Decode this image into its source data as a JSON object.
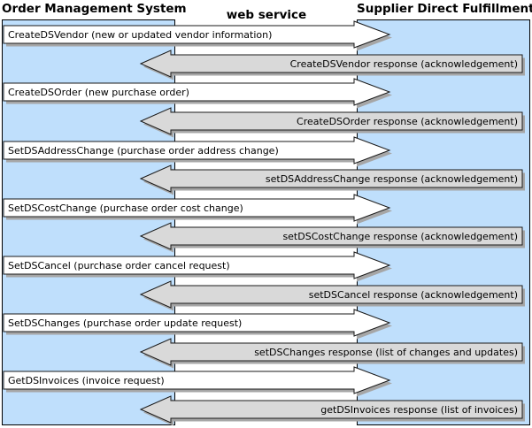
{
  "header": {
    "left": "Order Management System",
    "center": "web service",
    "right": "Supplier Direct Fulfillment"
  },
  "colors": {
    "column_fill": "#bfdffc",
    "request_fill": "#ffffff",
    "response_fill": "#d9d9d9",
    "outline": "#1a1a1a",
    "shadow": "#a6a6a6"
  },
  "messages": [
    {
      "direction": "request",
      "label": "CreateDSVendor (new or updated vendor information)"
    },
    {
      "direction": "response",
      "label": "CreateDSVendor response (acknowledgement)"
    },
    {
      "direction": "request",
      "label": "CreateDSOrder (new purchase order)"
    },
    {
      "direction": "response",
      "label": "CreateDSOrder response (acknowledgement)"
    },
    {
      "direction": "request",
      "label": "SetDSAddressChange (purchase order address change)"
    },
    {
      "direction": "response",
      "label": "setDSAddressChange response (acknowledgement)"
    },
    {
      "direction": "request",
      "label": "SetDSCostChange (purchase order cost change)"
    },
    {
      "direction": "response",
      "label": "setDSCostChange response (acknowledgement)"
    },
    {
      "direction": "request",
      "label": "SetDSCancel (purchase order cancel request)"
    },
    {
      "direction": "response",
      "label": "setDSCancel response (acknowledgement)"
    },
    {
      "direction": "request",
      "label": "SetDSChanges (purchase order update request)"
    },
    {
      "direction": "response",
      "label": "setDSChanges response (list of changes and updates)"
    },
    {
      "direction": "request",
      "label": "GetDSInvoices (invoice request)"
    },
    {
      "direction": "response",
      "label": "getDSInvoices response (list of invoices)"
    }
  ]
}
